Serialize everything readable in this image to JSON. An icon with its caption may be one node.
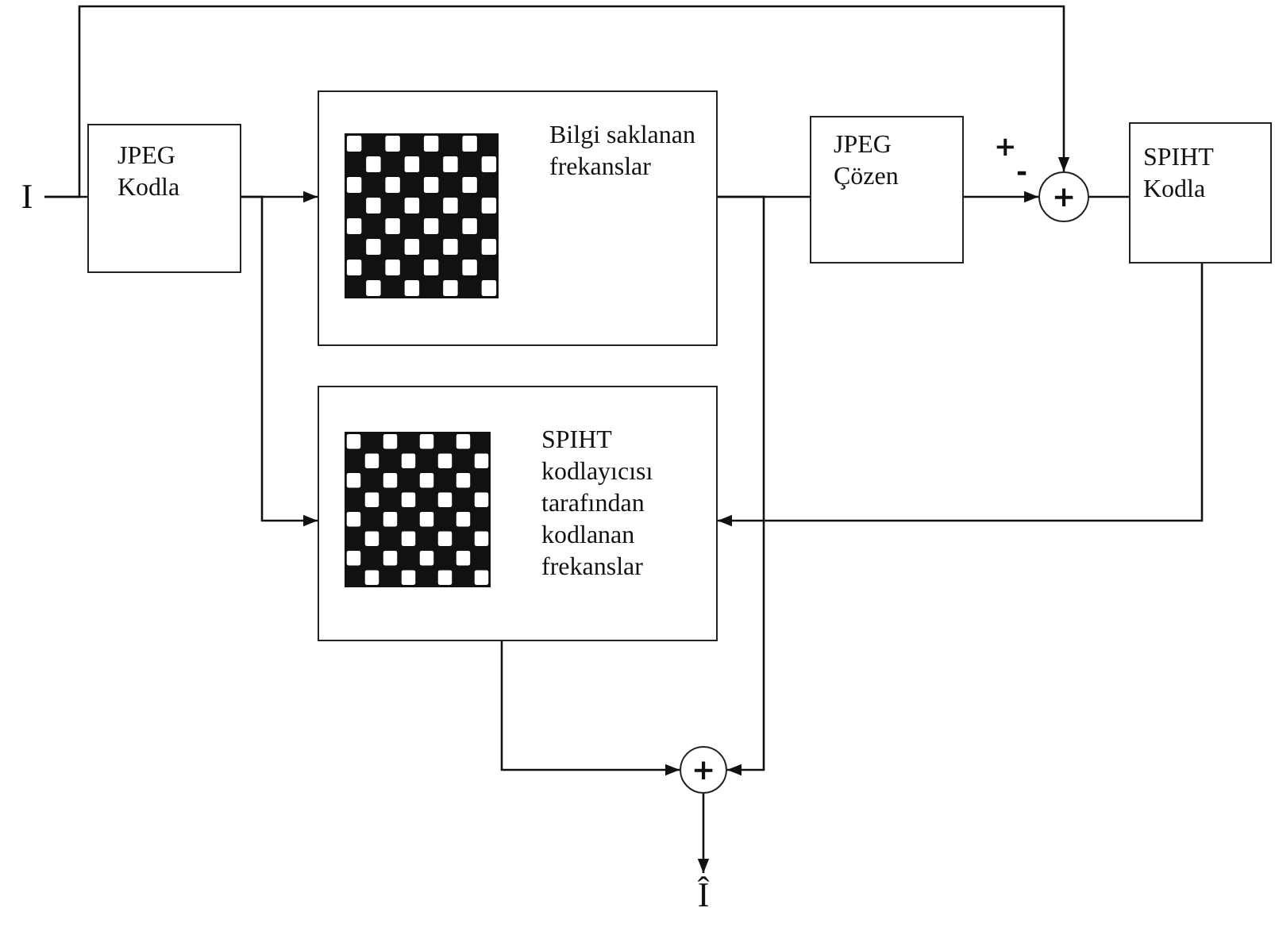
{
  "diagram": {
    "nodes": [
      {
        "text": [
          "I"
        ]
      },
      {
        "text": [
          "JPEG Kodla"
        ]
      },
      {
        "text": [
          "Bilgi saklanan frekanslar"
        ]
      },
      {
        "text": [
          "JPEG Çözen"
        ]
      },
      {
        "text": [
          "+"
        ]
      },
      {
        "text": [
          "SPIHT Kodla"
        ]
      },
      {
        "text": [
          "SPIHT kodlayıcısı tarafından kodlanan frekanslar"
        ]
      },
      {
        "text": [
          "+"
        ]
      },
      {
        "text": [
          "Î"
        ]
      }
    ],
    "edges": [
      {
        "from": 0,
        "to": 1,
        "arrow": "none"
      },
      {
        "from": 0,
        "to": 4,
        "arrow": "to"
      },
      {
        "from": 1,
        "to": 2,
        "arrow": "to"
      },
      {
        "from": 1,
        "to": 6,
        "arrow": "to"
      },
      {
        "from": 2,
        "to": 3,
        "arrow": "none"
      },
      {
        "from": 2,
        "to": 7,
        "arrow": "to"
      },
      {
        "from": 3,
        "to": 4,
        "arrow": "to"
      },
      {
        "from": 4,
        "to": 5,
        "arrow": "none"
      },
      {
        "from": 5,
        "to": 6,
        "arrow": "to"
      },
      {
        "from": 6,
        "to": 7,
        "arrow": "to"
      },
      {
        "from": 7,
        "to": 8,
        "arrow": "to"
      }
    ],
    "labels": [
      "+",
      "-"
    ]
  }
}
